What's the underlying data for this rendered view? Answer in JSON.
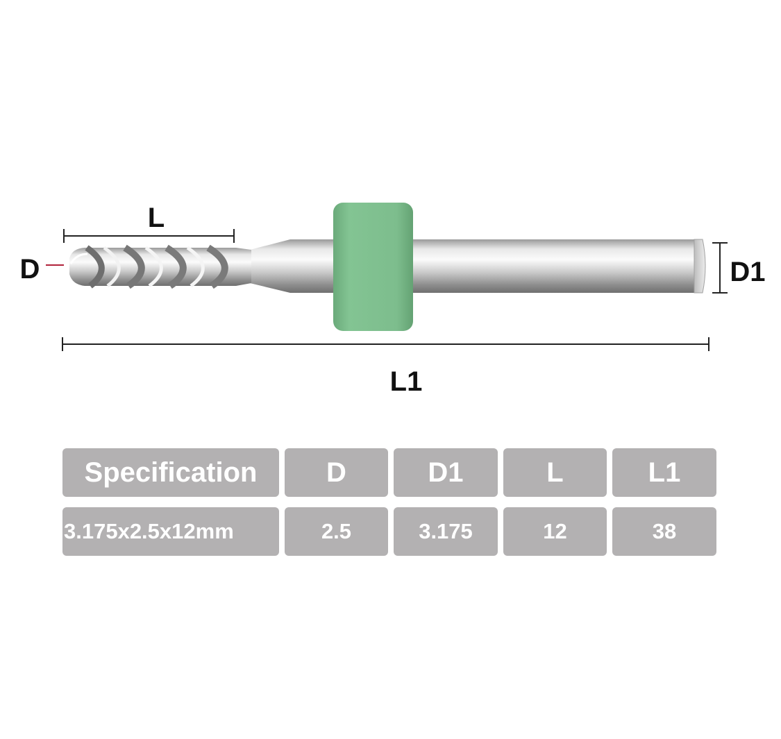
{
  "dimensions": {
    "D": "D",
    "D1": "D1",
    "L": "L",
    "L1": "L1"
  },
  "colors": {
    "collar": "#7dbd8d",
    "cell_bg": "#b3b1b2",
    "cell_text": "#ffffff",
    "dim_line": "#222222",
    "tip_marker": "#b0223a"
  },
  "table": {
    "headers": [
      "Specification",
      "D",
      "D1",
      "L",
      "L1"
    ],
    "rows": [
      [
        "3.175x2.5x12mm",
        "2.5",
        "3.175",
        "12",
        "38"
      ]
    ]
  }
}
